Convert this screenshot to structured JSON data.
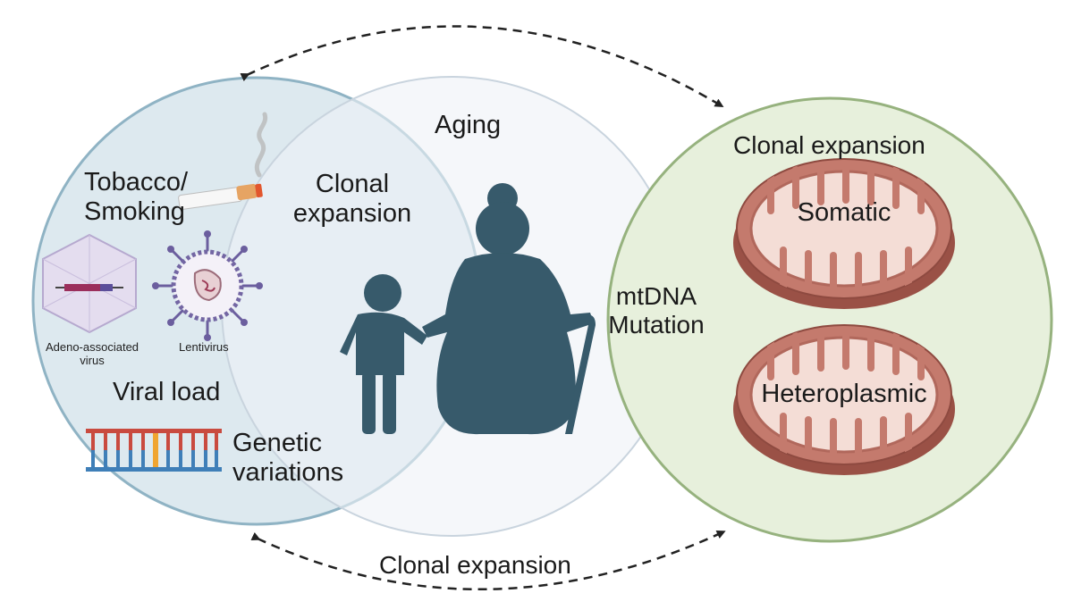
{
  "labels": {
    "aging": "Aging",
    "clonal_expansion_top_right": "Clonal expansion",
    "clonal_expansion_middle_line1": "Clonal",
    "clonal_expansion_middle_line2": "expansion",
    "tobacco_line1": "Tobacco/",
    "tobacco_line2": "Smoking",
    "adeno_line1": "Adeno-associated",
    "adeno_line2": "virus",
    "lentivirus": "Lentivirus",
    "viral_load": "Viral load",
    "genetic_line1": "Genetic",
    "genetic_line2": "variations",
    "mtdna_line1": "mtDNA",
    "mtdna_line2": "Mutation",
    "somatic": "Somatic",
    "heteroplasmic": "Heteroplasmic",
    "clonal_expansion_bottom": "Clonal expansion"
  },
  "colors": {
    "left_circle_fill": "#dde9ef",
    "left_circle_stroke": "#8fb3c4",
    "middle_circle_fill": "#eef2f6",
    "middle_circle_stroke": "#c9d4de",
    "right_circle_fill": "#e7f0dc",
    "right_circle_stroke": "#96b27e",
    "figure_color": "#375a6b",
    "mito_outer": "#b86a5f",
    "mito_inner": "#f3d6cf",
    "virus_purple": "#7366a3",
    "dna_red": "#c94a3f",
    "dna_blue": "#3f7fb8",
    "dna_orange": "#f0a531"
  }
}
